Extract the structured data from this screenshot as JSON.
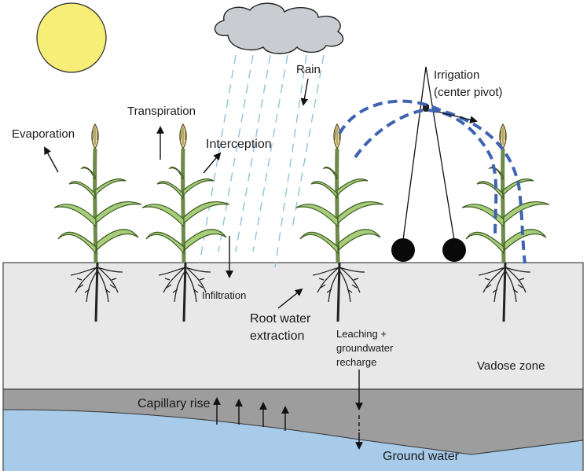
{
  "labels": {
    "evaporation": "Evaporation",
    "transpiration": "Transpiration",
    "interception": "Interception",
    "rain": "Rain",
    "irrigation_line1": "Irrigation",
    "irrigation_line2": "(center pivot)",
    "infiltration": "Infiltration",
    "root_water_line1": "Root water",
    "root_water_line2": "extraction",
    "leaching_line1": "Leaching +",
    "leaching_line2": "groundwater",
    "leaching_line3": "recharge",
    "vadose_zone": "Vadose zone",
    "capillary_rise": "Capillary rise",
    "ground_water": "Ground water"
  },
  "colors": {
    "sun": "#f7ee77",
    "cloud": "#c9cdd1",
    "rain": "#8ec3dc",
    "soil": "#e8e8e8",
    "capillary_layer": "#9d9d9e",
    "ground_water": "#a7cbe9",
    "irrigation_spray": "#3e63b0",
    "plant_leaf": "#a7cd7a",
    "plant_tassel": "#eadfa6"
  },
  "icons": {
    "sun": "sun-icon",
    "cloud": "cloud-icon",
    "plant": "corn-plant-icon",
    "pivot": "center-pivot-icon"
  }
}
